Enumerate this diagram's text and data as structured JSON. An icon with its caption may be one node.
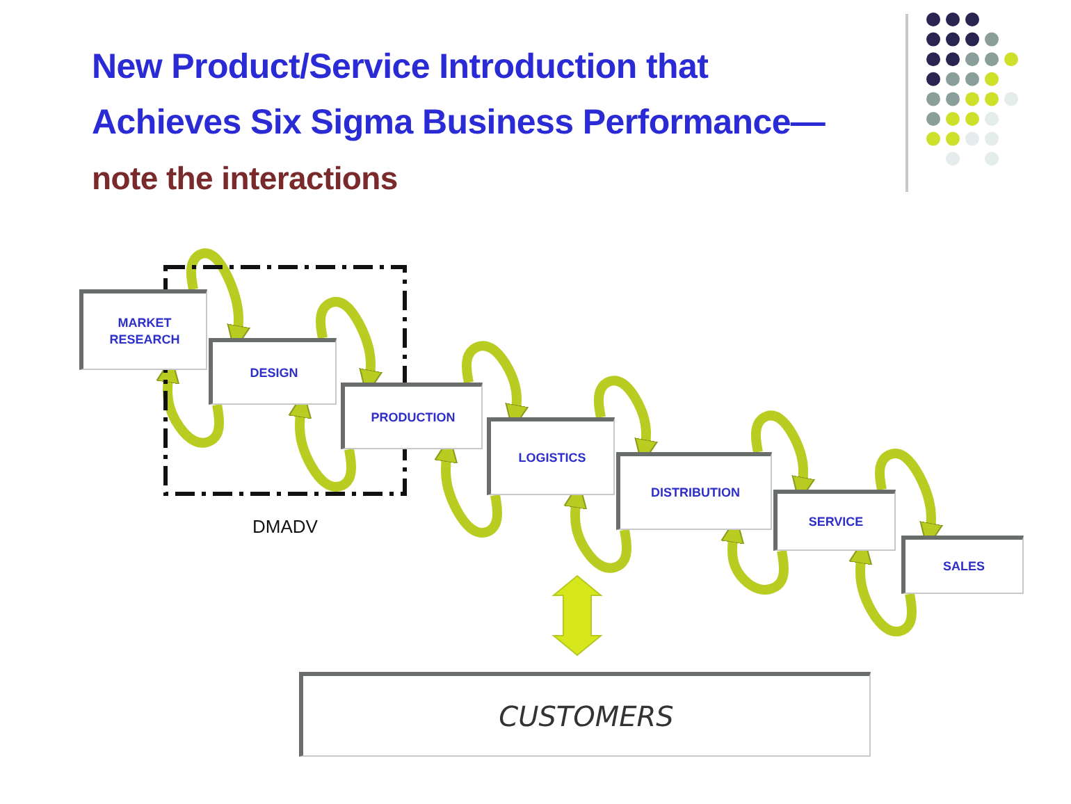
{
  "diagram": {
    "title": "New Product/Service Introduction that Achieves Six Sigma Business Performance—",
    "nodes": [
      {
        "text": [
          "DMADV"
        ]
      },
      {
        "text": [
          "MARKET RESEARCH"
        ]
      },
      {
        "text": [
          "DESIGN"
        ],
        "in": 0
      },
      {
        "text": [
          "PRODUCTION"
        ]
      },
      {
        "text": [
          "LOGISTICS"
        ]
      },
      {
        "text": [
          "DISTRIBUTION"
        ]
      },
      {
        "text": [
          "SERVICE"
        ]
      },
      {
        "text": [
          "SALES"
        ]
      },
      {
        "text": [
          "CUSTOMERS"
        ]
      }
    ],
    "edges": [
      {
        "from": 1,
        "to": 2,
        "arrow": "to"
      },
      {
        "from": 2,
        "to": 3,
        "arrow": "to"
      },
      {
        "from": 3,
        "to": 4,
        "arrow": "to"
      },
      {
        "from": 4,
        "to": 5,
        "arrow": "to"
      },
      {
        "from": 5,
        "to": 6,
        "arrow": "to"
      },
      {
        "from": 6,
        "to": 7,
        "arrow": "to"
      },
      {
        "from": 2,
        "to": 1,
        "arrow": "to"
      },
      {
        "from": 3,
        "to": 2,
        "arrow": "to"
      },
      {
        "from": 4,
        "to": 3,
        "arrow": "to"
      },
      {
        "from": 5,
        "to": 4,
        "arrow": "to"
      },
      {
        "from": 6,
        "to": 5,
        "arrow": "to"
      },
      {
        "from": 7,
        "to": 6,
        "arrow": "to"
      },
      {
        "from": 4,
        "to": 8,
        "arrow": "both",
        "style": "thick"
      }
    ],
    "labels": [
      "note the interactions"
    ]
  }
}
